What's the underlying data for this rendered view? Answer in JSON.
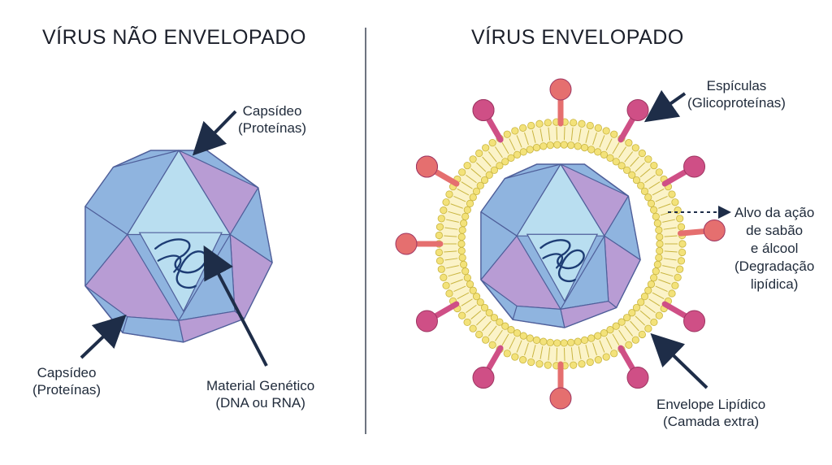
{
  "left_panel": {
    "title": "VÍRUS NÃO ENVELOPADO",
    "labels": {
      "capsid_top": [
        "Capsídeo",
        "(Proteínas)"
      ],
      "capsid_bottom": [
        "Capsídeo",
        "(Proteínas)"
      ],
      "genetic_material": [
        "Material Genético",
        "(DNA ou RNA)"
      ]
    }
  },
  "right_panel": {
    "title": "VÍRUS ENVELOPADO",
    "labels": {
      "spikes": [
        "Espículas",
        "(Glicoproteínas)"
      ],
      "target": [
        "Alvo da ação",
        "de sabão",
        "e álcool",
        "(Degradação",
        "lipídica)"
      ],
      "envelope": [
        "Envelope Lipídico",
        "(Camada extra)"
      ]
    }
  },
  "colors": {
    "capsid_blue": "#8fb4df",
    "capsid_light": "#b9def0",
    "capsid_purple": "#b89cd4",
    "capsid_outline": "#4f5f9a",
    "rna_strand": "#1d3c74",
    "lipid_yellow": "#f3e27a",
    "lipid_outline": "#c9b540",
    "spike_pink": "#cf4f86",
    "spike_salmon": "#e56f6f",
    "arrow": "#1e2d48"
  },
  "icons": [
    "arrow-icon",
    "dashed-arrow-icon"
  ]
}
